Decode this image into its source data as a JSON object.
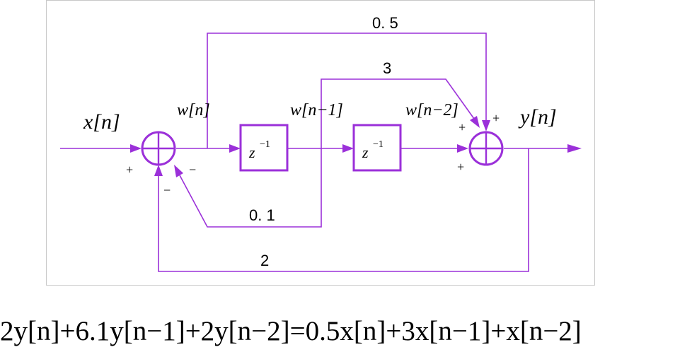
{
  "diagram": {
    "input_label": "x[n]",
    "output_label": "y[n]",
    "node_labels": {
      "w0": "w[n]",
      "w1": "w[n−1]",
      "w2": "w[n−2]"
    },
    "delay_label": "z",
    "delay_exponent": "−1",
    "gains": {
      "top": "0. 5",
      "middle": "3",
      "feedback_inner": "0. 1",
      "feedback_outer": "2"
    },
    "signs": {
      "left_input": "+",
      "left_feedback_inner": "−",
      "left_feedback_outer": "−",
      "right_top_a": "+",
      "right_top_b": "+",
      "right_bottom": "+"
    },
    "color": "#9b30d9"
  },
  "equation": "2y[n]+6.1y[n−1]+2y[n−2]=0.5x[n]+3x[n−1]+x[n−2]"
}
